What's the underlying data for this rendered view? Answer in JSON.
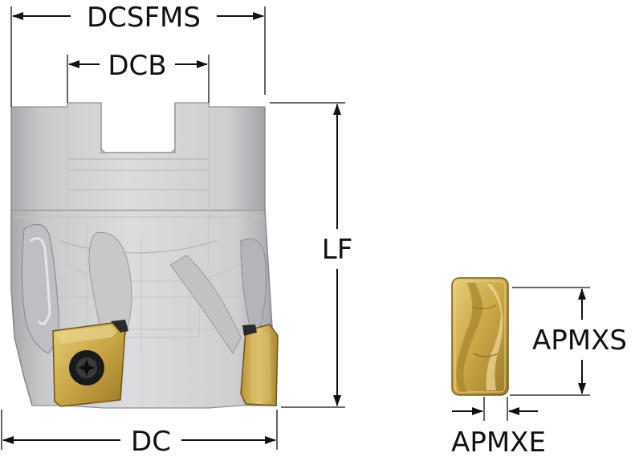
{
  "labels": {
    "dcsfms": "DCSFMS",
    "dcb": "DCB",
    "lf": "LF",
    "dc": "DC",
    "apmxs": "APMXS",
    "apmxe": "APMXE"
  },
  "colors": {
    "body_light": "#d6d6d8",
    "body_mid": "#bcbcbf",
    "body_dark": "#8f8f93",
    "insert_gold": "#c9a646",
    "insert_dark": "#8a6a1c",
    "screw": "#1a1a1a",
    "line": "#111111"
  }
}
